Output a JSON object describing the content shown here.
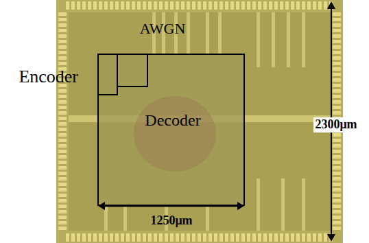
{
  "diagram": {
    "nodes": [
      {
        "text": [
          "Decoder"
        ]
      },
      {
        "text": [
          "Encoder"
        ],
        "in": 0
      },
      {
        "text": [
          "AWGN"
        ],
        "in": 0
      }
    ],
    "labels": [
      "2300μm",
      "1250μm"
    ]
  }
}
